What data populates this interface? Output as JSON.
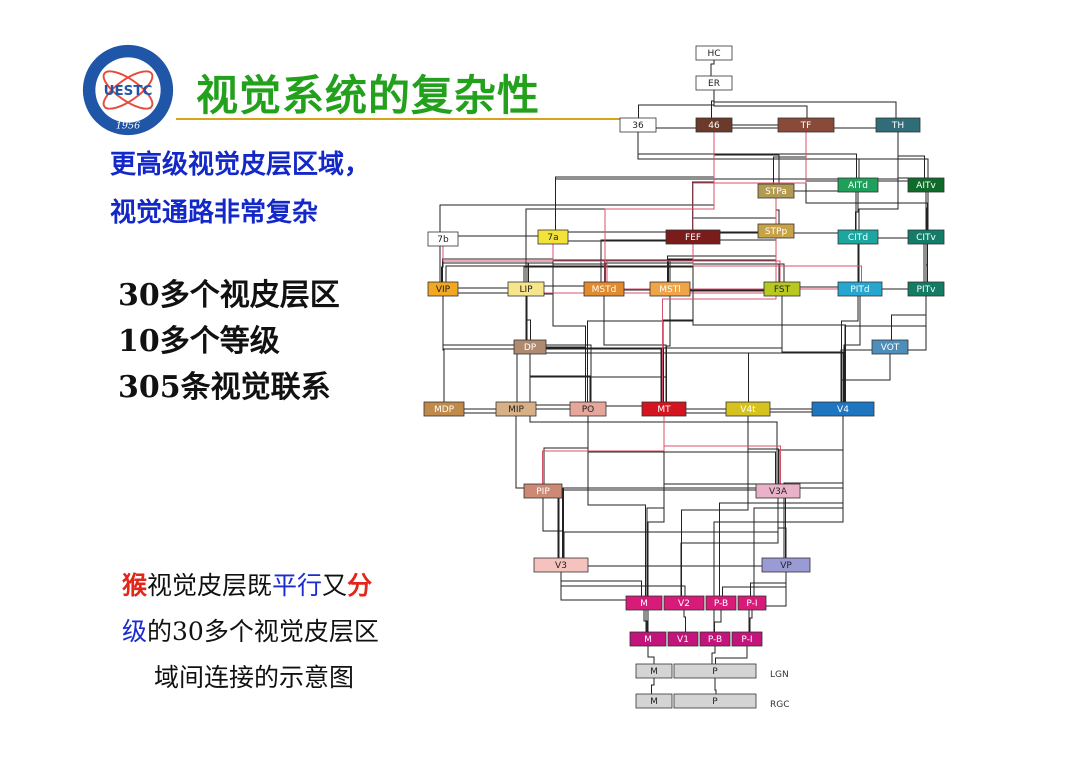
{
  "title": "视觉系统的复杂性",
  "logo": {
    "text": "UESTC",
    "year": "1956"
  },
  "subtitle": {
    "line1": "更高级视觉皮层区域，",
    "line2": "视觉通路非常复杂"
  },
  "facts": [
    "30多个视皮层区",
    "10多个等级",
    "305条视觉联系"
  ],
  "caption": {
    "line1": [
      {
        "text": "猴",
        "style": "red"
      },
      {
        "text": "视觉皮层既",
        "style": "normal"
      },
      {
        "text": "平行",
        "style": "blue"
      },
      {
        "text": "又",
        "style": "normal"
      },
      {
        "text": "分",
        "style": "red"
      }
    ],
    "line2": [
      {
        "text": "级",
        "style": "blue"
      },
      {
        "text": "的30多个视觉皮层区",
        "style": "normal"
      }
    ],
    "line3": [
      {
        "text": "域间连接的示意图",
        "style": "normal"
      }
    ]
  },
  "colors": {
    "title": "#23a01c",
    "subtitle": "#1328c8",
    "highlight_red": "#e2261a",
    "highlight_blue": "#1a2bd0",
    "connection_dark": "#222222",
    "connection_red": "#d8526a"
  },
  "diagram": {
    "nodes": [
      {
        "id": "HC",
        "label": "HC",
        "color": "#ffffff",
        "text": "#222"
      },
      {
        "id": "ER",
        "label": "ER",
        "color": "#ffffff",
        "text": "#222"
      },
      {
        "id": "36",
        "label": "36",
        "color": "#ffffff",
        "text": "#222"
      },
      {
        "id": "46",
        "label": "46",
        "color": "#6b3a2a",
        "text": "#fff"
      },
      {
        "id": "TF",
        "label": "TF",
        "color": "#8a4a3a",
        "text": "#fff"
      },
      {
        "id": "TH",
        "label": "TH",
        "color": "#2f6e78",
        "text": "#fff"
      },
      {
        "id": "STPa",
        "label": "STPa",
        "color": "#b39a52",
        "text": "#fff"
      },
      {
        "id": "AITd",
        "label": "AITd",
        "color": "#1ea05a",
        "text": "#fff"
      },
      {
        "id": "AITv",
        "label": "AITv",
        "color": "#0f6b2a",
        "text": "#fff"
      },
      {
        "id": "7b",
        "label": "7b",
        "color": "#ffffff",
        "text": "#222"
      },
      {
        "id": "7a",
        "label": "7a",
        "color": "#f2e23a",
        "text": "#222"
      },
      {
        "id": "FEF",
        "label": "FEF",
        "color": "#7a1c1c",
        "text": "#fff"
      },
      {
        "id": "STPp",
        "label": "STPp",
        "color": "#c8a246",
        "text": "#fff"
      },
      {
        "id": "CITd",
        "label": "CITd",
        "color": "#1ca6a0",
        "text": "#fff"
      },
      {
        "id": "CITv",
        "label": "CITv",
        "color": "#137d6a",
        "text": "#fff"
      },
      {
        "id": "VIP",
        "label": "VIP",
        "color": "#f1a722",
        "text": "#222"
      },
      {
        "id": "LIP",
        "label": "LIP",
        "color": "#f6e58a",
        "text": "#222"
      },
      {
        "id": "MSTd",
        "label": "MSTd",
        "color": "#e28a2e",
        "text": "#fff"
      },
      {
        "id": "MSTl",
        "label": "MSTl",
        "color": "#f0a448",
        "text": "#fff"
      },
      {
        "id": "FST",
        "label": "FST",
        "color": "#b8c820",
        "text": "#222"
      },
      {
        "id": "PITd",
        "label": "PITd",
        "color": "#27a6cf",
        "text": "#fff"
      },
      {
        "id": "PITv",
        "label": "PITv",
        "color": "#147c64",
        "text": "#fff"
      },
      {
        "id": "DP",
        "label": "DP",
        "color": "#b08a6e",
        "text": "#fff"
      },
      {
        "id": "VOT",
        "label": "VOT",
        "color": "#4d8fba",
        "text": "#fff"
      },
      {
        "id": "MDP",
        "label": "MDP",
        "color": "#c08a4a",
        "text": "#fff"
      },
      {
        "id": "MIP",
        "label": "MIP",
        "color": "#d8b086",
        "text": "#222"
      },
      {
        "id": "PO",
        "label": "PO",
        "color": "#e6a69a",
        "text": "#222"
      },
      {
        "id": "MT",
        "label": "MT",
        "color": "#d4141e",
        "text": "#fff"
      },
      {
        "id": "V4t",
        "label": "V4t",
        "color": "#d6c21e",
        "text": "#fff"
      },
      {
        "id": "V4",
        "label": "V4",
        "color": "#1e76c0",
        "text": "#fff"
      },
      {
        "id": "PIP",
        "label": "PIP",
        "color": "#cc8a74",
        "text": "#fff"
      },
      {
        "id": "V3A",
        "label": "V3A",
        "color": "#eab2c8",
        "text": "#222"
      },
      {
        "id": "V3",
        "label": "V3",
        "color": "#f6c2be",
        "text": "#222"
      },
      {
        "id": "VP",
        "label": "VP",
        "color": "#9a9ad4",
        "text": "#222"
      },
      {
        "id": "V2-M",
        "label": "M",
        "color": "#d81b78",
        "text": "#fff"
      },
      {
        "id": "V2-V2",
        "label": "V2",
        "color": "#d81b78",
        "text": "#fff"
      },
      {
        "id": "V2-PB",
        "label": "P-B",
        "color": "#d81b78",
        "text": "#fff"
      },
      {
        "id": "V2-PI",
        "label": "P-I",
        "color": "#d81b78",
        "text": "#fff"
      },
      {
        "id": "V1-M",
        "label": "M",
        "color": "#c2147a",
        "text": "#fff"
      },
      {
        "id": "V1-V1",
        "label": "V1",
        "color": "#c2147a",
        "text": "#fff"
      },
      {
        "id": "V1-PB",
        "label": "P-B",
        "color": "#c2147a",
        "text": "#fff"
      },
      {
        "id": "V1-PI",
        "label": "P-I",
        "color": "#c2147a",
        "text": "#fff"
      },
      {
        "id": "LGN-M",
        "label": "M",
        "color": "#d4d4d4",
        "text": "#222"
      },
      {
        "id": "LGN-P",
        "label": "P",
        "color": "#d4d4d4",
        "text": "#222"
      },
      {
        "id": "RGC-M",
        "label": "M",
        "color": "#d4d4d4",
        "text": "#222"
      },
      {
        "id": "RGC-P",
        "label": "P",
        "color": "#d4d4d4",
        "text": "#222"
      }
    ],
    "side_labels": {
      "lgn": "LGN",
      "rgc": "RGC"
    },
    "edges": [
      [
        "HC",
        "ER"
      ],
      [
        "ER",
        "36"
      ],
      [
        "ER",
        "46"
      ],
      [
        "ER",
        "TF"
      ],
      [
        "ER",
        "TH"
      ],
      [
        "36",
        "TF"
      ],
      [
        "36",
        "AITd"
      ],
      [
        "36",
        "AITv"
      ],
      [
        "46",
        "TF"
      ],
      [
        "46",
        "7a"
      ],
      [
        "46",
        "FEF"
      ],
      [
        "46",
        "STPa"
      ],
      [
        "46",
        "LIP"
      ],
      [
        "46",
        "VIP"
      ],
      [
        "TF",
        "TH"
      ],
      [
        "TF",
        "STPa"
      ],
      [
        "TF",
        "AITd"
      ],
      [
        "TF",
        "CITd"
      ],
      [
        "TF",
        "PITv"
      ],
      [
        "TH",
        "AITv"
      ],
      [
        "TH",
        "CITv"
      ],
      [
        "TH",
        "PITd"
      ],
      [
        "TH",
        "7a"
      ],
      [
        "STPa",
        "AITd"
      ],
      [
        "STPa",
        "STPp"
      ],
      [
        "STPa",
        "FEF"
      ],
      [
        "STPa",
        "MSTd"
      ],
      [
        "AITd",
        "AITv"
      ],
      [
        "AITd",
        "CITd"
      ],
      [
        "AITv",
        "CITv"
      ],
      [
        "AITv",
        "PITv"
      ],
      [
        "7b",
        "7a"
      ],
      [
        "7b",
        "VIP"
      ],
      [
        "7b",
        "LIP"
      ],
      [
        "7a",
        "FEF"
      ],
      [
        "7a",
        "LIP"
      ],
      [
        "7a",
        "VIP"
      ],
      [
        "7a",
        "MSTd"
      ],
      [
        "7a",
        "MSTl"
      ],
      [
        "7a",
        "DP"
      ],
      [
        "7a",
        "STPp"
      ],
      [
        "7a",
        "PO"
      ],
      [
        "FEF",
        "STPp"
      ],
      [
        "FEF",
        "LIP"
      ],
      [
        "FEF",
        "MSTd"
      ],
      [
        "FEF",
        "MSTl"
      ],
      [
        "FEF",
        "FST"
      ],
      [
        "FEF",
        "MT"
      ],
      [
        "FEF",
        "V4"
      ],
      [
        "FEF",
        "PO"
      ],
      [
        "FEF",
        "VIP"
      ],
      [
        "STPp",
        "CITd"
      ],
      [
        "STPp",
        "FST"
      ],
      [
        "STPp",
        "MSTd"
      ],
      [
        "STPp",
        "MSTl"
      ],
      [
        "CITd",
        "CITv"
      ],
      [
        "CITd",
        "PITd"
      ],
      [
        "CITv",
        "PITv"
      ],
      [
        "CITd",
        "V4"
      ],
      [
        "CITv",
        "V4"
      ],
      [
        "VIP",
        "LIP"
      ],
      [
        "VIP",
        "MSTd"
      ],
      [
        "VIP",
        "MT"
      ],
      [
        "VIP",
        "PO"
      ],
      [
        "VIP",
        "MDP"
      ],
      [
        "LIP",
        "MSTd"
      ],
      [
        "LIP",
        "DP"
      ],
      [
        "LIP",
        "PO"
      ],
      [
        "LIP",
        "MIP"
      ],
      [
        "LIP",
        "MT"
      ],
      [
        "LIP",
        "V4"
      ],
      [
        "MSTd",
        "MSTl"
      ],
      [
        "MSTd",
        "MT"
      ],
      [
        "MSTd",
        "FST"
      ],
      [
        "MSTl",
        "MT"
      ],
      [
        "MSTl",
        "FST"
      ],
      [
        "FST",
        "PITd"
      ],
      [
        "FST",
        "V4"
      ],
      [
        "FST",
        "MT"
      ],
      [
        "FST",
        "V4t"
      ],
      [
        "PITd",
        "PITv"
      ],
      [
        "PITd",
        "V4"
      ],
      [
        "PITv",
        "V4"
      ],
      [
        "PITv",
        "VOT"
      ],
      [
        "VOT",
        "V4"
      ],
      [
        "DP",
        "PO"
      ],
      [
        "DP",
        "V3A"
      ],
      [
        "DP",
        "MT"
      ],
      [
        "MDP",
        "MIP"
      ],
      [
        "MDP",
        "PO"
      ],
      [
        "MIP",
        "PO"
      ],
      [
        "MIP",
        "V3"
      ],
      [
        "PO",
        "MT"
      ],
      [
        "PO",
        "V3A"
      ],
      [
        "PO",
        "PIP"
      ],
      [
        "PO",
        "V3"
      ],
      [
        "PO",
        "V2-M"
      ],
      [
        "MT",
        "V4t"
      ],
      [
        "MT",
        "V4"
      ],
      [
        "MT",
        "V3A"
      ],
      [
        "MT",
        "V3"
      ],
      [
        "MT",
        "VP"
      ],
      [
        "MT",
        "V2-M"
      ],
      [
        "MT",
        "V1-M"
      ],
      [
        "V4t",
        "V4"
      ],
      [
        "V4t",
        "V3A"
      ],
      [
        "V4t",
        "V2-V2"
      ],
      [
        "V4",
        "V3A"
      ],
      [
        "V4",
        "VP"
      ],
      [
        "V4",
        "V3"
      ],
      [
        "V4",
        "V2-PB"
      ],
      [
        "V4",
        "V2-PI"
      ],
      [
        "V4",
        "V1-PB"
      ],
      [
        "PIP",
        "V3"
      ],
      [
        "PIP",
        "V3A"
      ],
      [
        "V3A",
        "V3"
      ],
      [
        "V3A",
        "VP"
      ],
      [
        "V3A",
        "V2-V2"
      ],
      [
        "V3",
        "VP"
      ],
      [
        "V3",
        "V2-M"
      ],
      [
        "V3",
        "V2-V2"
      ],
      [
        "V3",
        "V1-M"
      ],
      [
        "VP",
        "V2-PB"
      ],
      [
        "VP",
        "V2-PI"
      ],
      [
        "VP",
        "V1-PI"
      ],
      [
        "V2-M",
        "V1-M"
      ],
      [
        "V2-V2",
        "V1-V1"
      ],
      [
        "V2-PB",
        "V1-PB"
      ],
      [
        "V2-PI",
        "V1-PI"
      ],
      [
        "V1-M",
        "LGN-M"
      ],
      [
        "V1-PB",
        "LGN-P"
      ],
      [
        "V1-PI",
        "LGN-P"
      ],
      [
        "LGN-M",
        "RGC-M"
      ],
      [
        "LGN-P",
        "RGC-P"
      ]
    ],
    "red_edges": [
      [
        "46",
        "MSTd"
      ],
      [
        "7a",
        "FST"
      ],
      [
        "FEF",
        "PITd"
      ],
      [
        "STPa",
        "MT"
      ],
      [
        "LIP",
        "FST"
      ],
      [
        "MSTd",
        "PITd"
      ],
      [
        "MT",
        "V3A"
      ],
      [
        "MT",
        "PIP"
      ],
      [
        "7b",
        "MSTd"
      ],
      [
        "TF",
        "FEF"
      ]
    ]
  }
}
